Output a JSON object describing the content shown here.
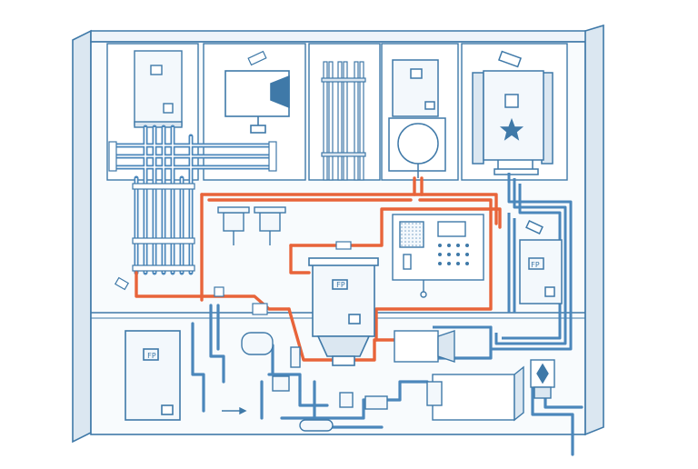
{
  "diagram": {
    "kind": "mechanical-electrical-piping-schematic",
    "style": "isometric-line-illustration",
    "colors": {
      "outline": "#3f79a8",
      "blue_pipe": "#4b87bb",
      "red_pipe": "#e8643a",
      "fill_light": "#f3f8fc",
      "shadow": "#dbe7f1"
    },
    "labels": {
      "main_tank_label": "FP",
      "lower_left_cabinet_label": "FP",
      "upper_right_panel_label": "FP"
    },
    "icons": [
      "star-icon",
      "diamond-icon",
      "gauge-icon",
      "arrow-icon",
      "tag-icon"
    ]
  }
}
